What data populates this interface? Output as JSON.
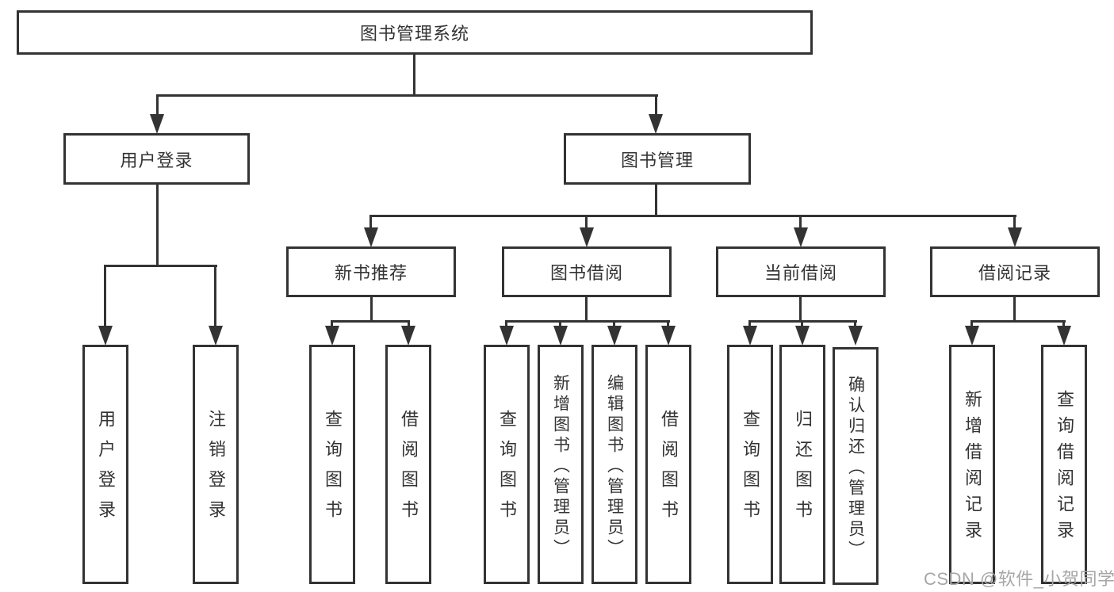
{
  "diagram": {
    "root": {
      "label": "图书管理系统"
    },
    "branches": {
      "user_login": {
        "label": "用户登录"
      },
      "book_management": {
        "label": "图书管理"
      }
    },
    "modules": {
      "new_book_recommendation": {
        "label": "新书推荐"
      },
      "book_borrowing": {
        "label": "图书借阅"
      },
      "current_borrowing": {
        "label": "当前借阅"
      },
      "borrowing_records": {
        "label": "借阅记录"
      }
    },
    "functions": {
      "user_login": {
        "label": "用户登录"
      },
      "logout": {
        "label": "注销登录"
      },
      "recommend_query_books": {
        "label": "查询图书"
      },
      "recommend_borrow_books": {
        "label": "借阅图书"
      },
      "borrow_query_books": {
        "label": "查询图书"
      },
      "borrow_add_books": {
        "label": "新增图书（管理员）"
      },
      "borrow_edit_books": {
        "label": "编辑图书（管理员）"
      },
      "borrow_borrow_books": {
        "label": "借阅图书"
      },
      "current_query_books": {
        "label": "查询图书"
      },
      "current_return_books": {
        "label": "归还图书"
      },
      "current_confirm_return": {
        "label": "确认归还（管理员）"
      },
      "records_add_record": {
        "label": "新增借阅记录"
      },
      "records_query_record": {
        "label": "查询借阅记录"
      }
    },
    "watermark": "CSDN @软件_小贺同学",
    "colors": {
      "line": "#333333",
      "text": "#333333",
      "watermark": "#a6a6a6",
      "background": "#ffffff"
    }
  }
}
